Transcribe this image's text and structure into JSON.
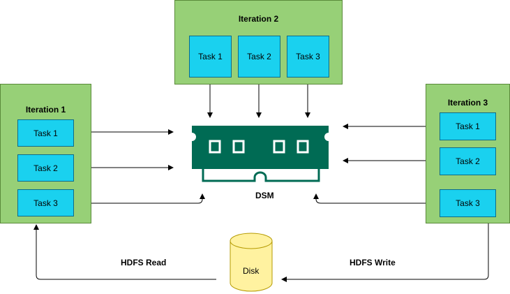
{
  "iteration1": {
    "title": "Iteration 1",
    "tasks": [
      "Task 1",
      "Task 2",
      "Task 3"
    ]
  },
  "iteration2": {
    "title": "Iteration 2",
    "tasks": [
      "Task 1",
      "Task 2",
      "Task 3"
    ]
  },
  "iteration3": {
    "title": "Iteration 3",
    "tasks": [
      "Task 1",
      "Task 2",
      "Task 3"
    ]
  },
  "dsm": {
    "label": "DSM"
  },
  "disk": {
    "label": "Disk"
  },
  "edges": {
    "read_label": "HDFS Read",
    "write_label": "HDFS Write"
  },
  "colors": {
    "group_fill": "#97d077",
    "task_fill": "#1ad1ef",
    "ram_fill": "#006b54",
    "disk_fill": "#fff2a0"
  }
}
